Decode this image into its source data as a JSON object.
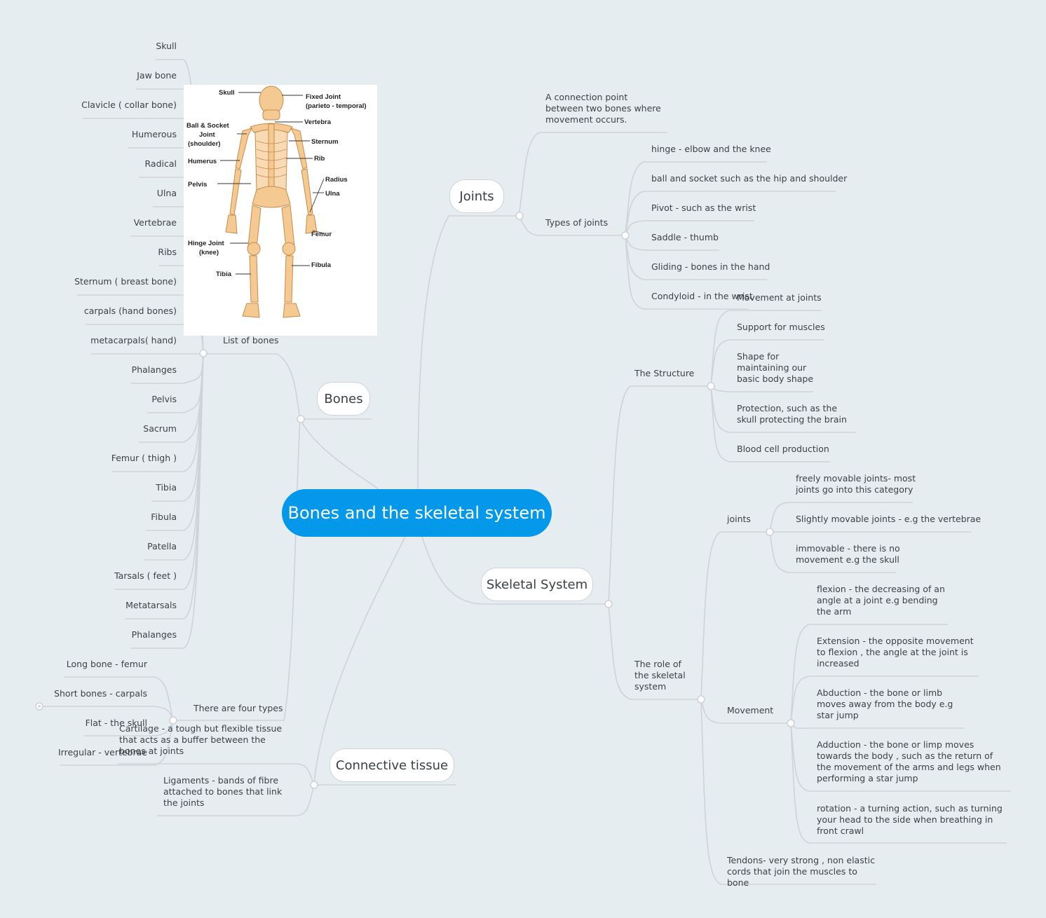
{
  "central": "Bones and the skeletal system",
  "bones": {
    "label": "Bones",
    "list_label": "List of bones",
    "list": [
      "Skull",
      "Jaw bone",
      "Clavicle ( collar bone)",
      "Humerous",
      "Radical",
      "Ulna",
      "Vertebrae",
      "Ribs",
      "Sternum ( breast bone)",
      "carpals (hand bones)",
      "metacarpals( hand)",
      "Phalanges",
      "Pelvis",
      "Sacrum",
      "Femur ( thigh )",
      "Tibia",
      "Fibula",
      "Patella",
      "Tarsals ( feet )",
      "Metatarsals",
      "Phalanges"
    ],
    "types_label": "There are four types",
    "types": [
      "Long bone - femur",
      "Short bones - carpals",
      "Flat - the skull",
      "Irregular - vertebrae"
    ]
  },
  "skeleton_image": {
    "labels": {
      "skull": "Skull",
      "fixed": "Fixed Joint",
      "fixed2": "(parieto - temporal)",
      "ball1": "Ball & Socket",
      "ball2": "Joint",
      "ball3": "(shoulder)",
      "vertebra": "Vertebra",
      "sternum": "Sternum",
      "rib": "Rib",
      "humerus": "Humerus",
      "pelvis": "Pelvis",
      "radius": "Radius",
      "ulna": "Ulna",
      "femur": "Femur",
      "hinge1": "Hinge Joint",
      "hinge2": "(knee)",
      "fibula": "Fibula",
      "tibia": "Tibia"
    }
  },
  "joints": {
    "label": "Joints",
    "definition": "A connection point between two bones where movement occurs.",
    "types_label": "Types of joints",
    "types": [
      "hinge - elbow and the knee",
      "ball and socket such as the hip and shoulder",
      "Pivot - such as the wrist",
      "Saddle - thumb",
      "Gliding - bones in the hand",
      "Condyloid - in the wrist"
    ]
  },
  "skeletal": {
    "label": "Skeletal System",
    "structure_label": "The Structure",
    "structure": [
      "Movement at joints",
      "Support for muscles",
      "Shape for maintaining  our basic body shape",
      "Protection, such as the skull protecting the brain",
      "Blood cell production"
    ],
    "role_label": "The role of the skeletal system",
    "joints_label": "joints",
    "joint_kinds": [
      "freely movable joints- most joints go into this category",
      "Slightly movable joints - e.g the vertebrae",
      "immovable - there is no movement e.g the skull"
    ],
    "movement_label": "Movement",
    "movements": [
      "flexion - the decreasing of an angle at a joint e.g bending the arm",
      "Extension - the opposite movement to flexion , the angle at the joint is increased",
      "Abduction - the bone or limb moves away from the body e.g star jump",
      "Adduction - the bone or limp moves towards the body , such as the return of the movement of the arms and legs when performing a star jump",
      "rotation - a turning action, such as turning your head to the side when breathing in front crawl"
    ],
    "tendons": "Tendons- very strong , non elastic cords that join the muscles to bone"
  },
  "connective": {
    "label": "Connective tissue",
    "items": [
      "Cartilage - a tough but flexible tissue that acts as a buffer between the bones at joints",
      "Ligaments - bands of fibre attached to bones that link the joints"
    ]
  }
}
